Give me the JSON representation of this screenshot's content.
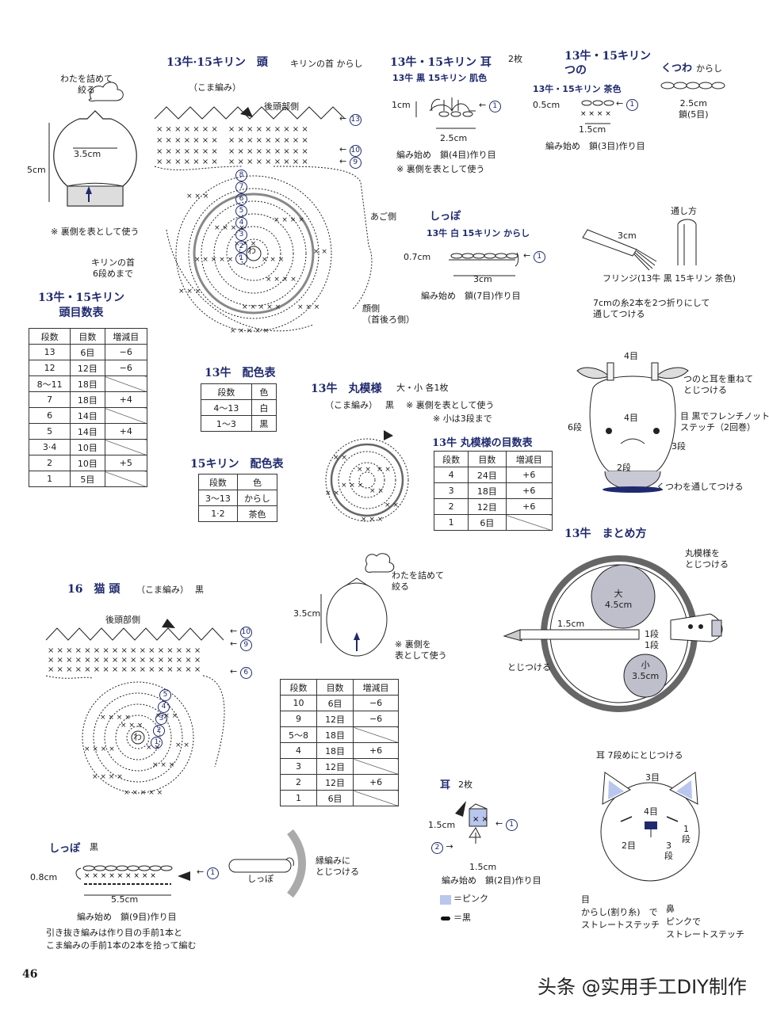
{
  "page_number": "46",
  "watermark": "头条 @实用手工DIY制作",
  "head1": {
    "title": "13牛·15キリン　頭",
    "title_note": "キリンの首 からし",
    "stitch_note": "（こま編み）",
    "back_label": "後頭部側",
    "jaw_label": "あご側",
    "face_label": "顔側\n（首後ろ側）",
    "neck_label": "キリンの首\n6段めまで",
    "center": "わ",
    "row_labels": [
      "13",
      "10",
      "9"
    ],
    "inner_rows": [
      "1",
      "2",
      "3",
      "4",
      "5",
      "6",
      "7",
      "8"
    ],
    "stuff_label": "わたを詰めて\n絞る",
    "width_label": "3.5cm",
    "height_label": "5cm",
    "reverse_note": "※ 裏側を表として使う"
  },
  "table_head": {
    "title": "13牛・15キリン\n頭目数表",
    "headers": [
      "段数",
      "目数",
      "増減目"
    ],
    "rows": [
      [
        "13",
        "6目",
        "−6"
      ],
      [
        "12",
        "12目",
        "−6"
      ],
      [
        "8〜11",
        "18目",
        ""
      ],
      [
        "7",
        "18目",
        "+4"
      ],
      [
        "6",
        "14目",
        ""
      ],
      [
        "5",
        "14目",
        "+4"
      ],
      [
        "3·4",
        "10目",
        ""
      ],
      [
        "2",
        "10目",
        "+5"
      ],
      [
        "1",
        "5目",
        ""
      ]
    ]
  },
  "color13": {
    "title": "13牛　配色表",
    "headers": [
      "段数",
      "色"
    ],
    "rows": [
      [
        "4〜13",
        "白"
      ],
      [
        "1〜3",
        "黒"
      ]
    ]
  },
  "color15": {
    "title": "15キリン　配色表",
    "headers": [
      "段数",
      "色"
    ],
    "rows": [
      [
        "3〜13",
        "からし"
      ],
      [
        "1·2",
        "茶色"
      ]
    ]
  },
  "ear": {
    "title": "13牛・15キリン 耳",
    "count": "2枚",
    "colors": "13牛 黒 15キリン 肌色",
    "dim_h": "1cm",
    "dim_w": "2.5cm",
    "start": "編み始め　鎖(4目)作り目",
    "note": "※ 裏側を表として使う"
  },
  "horn": {
    "title": "13牛・15キリン\nつの",
    "colors": "13牛・15キリン 茶色",
    "dim_h": "0.5cm",
    "dim_w": "1.5cm",
    "start": "編み始め　鎖(3目)作り目"
  },
  "bridle": {
    "title": "くつわ",
    "color": "からし",
    "dim": "2.5cm\n鎖(5目)"
  },
  "tail1": {
    "title": "しっぽ",
    "colors": "13牛 白 15キリン からし",
    "dim_h": "0.7cm",
    "dim_w": "3cm",
    "start": "編み始め　鎖(7目)作り目"
  },
  "fringe": {
    "label_through": "通し方",
    "dim": "3cm",
    "label": "フリンジ(13牛 黒 15キリン 茶色)",
    "note": "7cmの糸2本を2つ折りにして\n通してつける"
  },
  "cow_face": {
    "top": "4目",
    "left": "6段",
    "mid": "4目",
    "right": "3段",
    "bottom": "2段",
    "note_ears": "つのと耳を重ねて\nとじつける",
    "note_eyes": "目 黒でフレンチノット\nステッチ（2回巻）",
    "note_bridle": "くつわを通してつける"
  },
  "spots": {
    "title": "13牛　丸模様",
    "size": "大・小 各1枚",
    "stitch": "（こま編み）",
    "color": "黒",
    "note1": "※ 裏側を表として使う",
    "note2": "※ 小は3段まで"
  },
  "table_spots": {
    "title": "13牛 丸模様の目数表",
    "headers": [
      "段数",
      "目数",
      "増減目"
    ],
    "rows": [
      [
        "4",
        "24目",
        "+6"
      ],
      [
        "3",
        "18目",
        "+6"
      ],
      [
        "2",
        "12目",
        "+6"
      ],
      [
        "1",
        "6目",
        ""
      ]
    ]
  },
  "assembly": {
    "title": "13牛　まとめ方",
    "spot_note": "丸模様を\nとじつける",
    "big": "大\n4.5cm",
    "small": "小\n3.5cm",
    "tail_dim": "1.5cm",
    "row1": "1段",
    "row2": "1段",
    "sew": "とじつける"
  },
  "cat_head": {
    "title": "16　猫 頭",
    "stitch": "（こま編み）",
    "color": "黒",
    "back_label": "後頭部側",
    "center": "わ",
    "row_labels": [
      "10",
      "9",
      "6"
    ],
    "inner_rows": [
      "1",
      "2",
      "3",
      "4",
      "5"
    ],
    "stuff_label": "わたを詰めて\n絞る",
    "height_label": "3.5cm",
    "reverse_note": "※ 裏側を\n表として使う"
  },
  "table_cat": {
    "headers": [
      "段数",
      "目数",
      "増減目"
    ],
    "rows": [
      [
        "10",
        "6目",
        "−6"
      ],
      [
        "9",
        "12目",
        "−6"
      ],
      [
        "5〜8",
        "18目",
        ""
      ],
      [
        "4",
        "18目",
        "+6"
      ],
      [
        "3",
        "12目",
        ""
      ],
      [
        "2",
        "12目",
        "+6"
      ],
      [
        "1",
        "6目",
        ""
      ]
    ]
  },
  "cat_ear": {
    "title": "耳",
    "count": "2枚",
    "dim_h": "1.5cm",
    "dim_w": "1.5cm",
    "start": "編み始め　鎖(2目)作り目",
    "legend_pink": "＝ピンク",
    "legend_black": "＝黒",
    "step1": "1",
    "step2": "2"
  },
  "cat_tail": {
    "title": "しっぽ",
    "color": "黒",
    "dim_h": "0.8cm",
    "dim_w": "5.5cm",
    "start": "編み始め　鎖(9目)作り目",
    "note": "引き抜き編みは作り目の手前1本と\nこま編みの手前1本の2本を拾って編む",
    "label": "しっぽ",
    "edge_note": "縁編みに\nとじつける"
  },
  "cat_face": {
    "ear_note": "耳 7段めにとじつける",
    "r3": "3目",
    "r4": "4目",
    "r1": "1\n段",
    "r2": "2目",
    "r3b": "3\n段",
    "eye_note": "目\nからし(割り糸)　で\nストレートステッチ",
    "nose_note": "鼻\nピンクで\nストレートステッチ"
  },
  "colors": {
    "navy": "#1f2a6e",
    "pink": "#b9c6ee",
    "grey": "#999999"
  }
}
